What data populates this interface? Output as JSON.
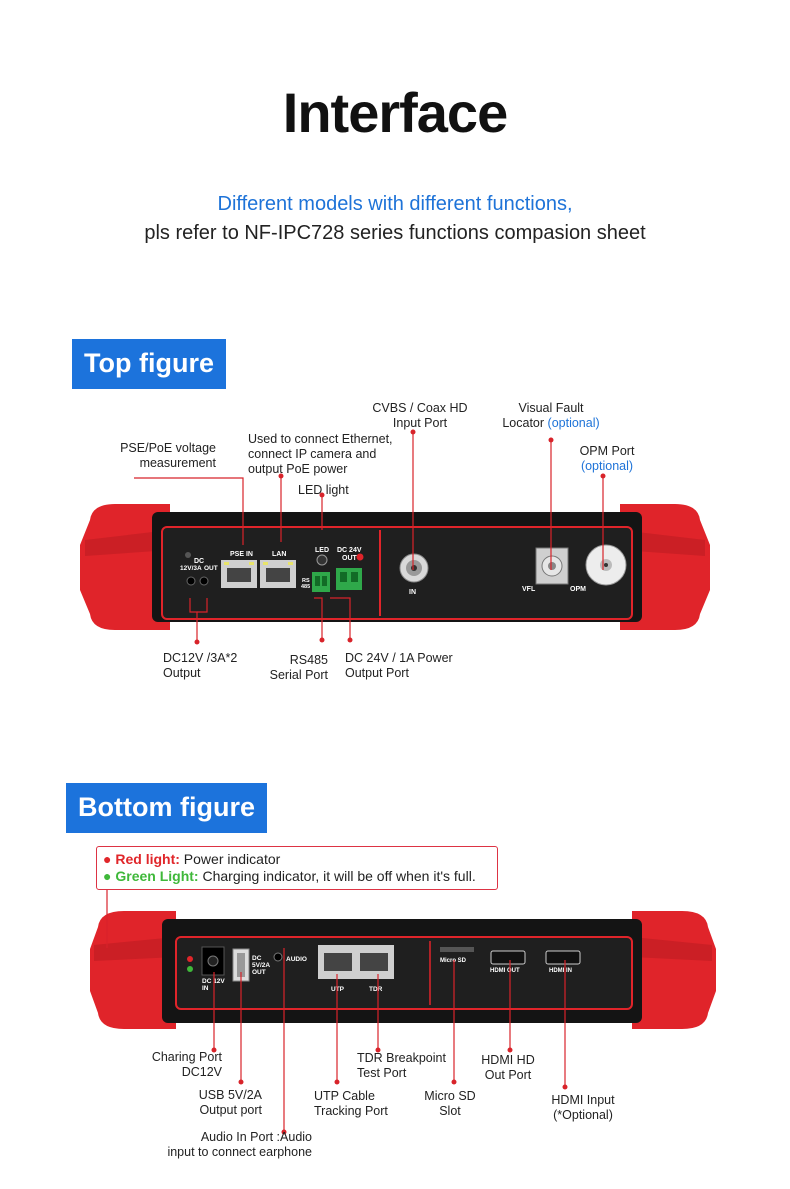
{
  "header": {
    "title": "Interface",
    "subtitle_line1": "Different models with different functions,",
    "subtitle_line2": "pls refer to NF-IPC728 series functions compasion sheet"
  },
  "top": {
    "tag": "Top figure",
    "labels": {
      "cvbs_l1": "CVBS / Coax HD",
      "cvbs_l2": "Input Port",
      "vfl_l1": "Visual Fault",
      "vfl_l2a": "Locator",
      "vfl_opt": "(optional)",
      "opm_l1": "OPM Port",
      "opm_opt": "(optional)",
      "pse_l1": "PSE/PoE voltage",
      "pse_l2": "measurement",
      "eth_l1": "Used to connect Ethernet,",
      "eth_l2": "connect IP camera and",
      "eth_l3": "output PoE power",
      "led": "LED light",
      "dc12_l1": "DC12V /3A*2",
      "dc12_l2": "Output",
      "rs485_l1": "RS485",
      "rs485_l2": "Serial Port",
      "dc24_l1": "DC 24V / 1A Power",
      "dc24_l2": "Output Port"
    },
    "device": {
      "dc": "DC",
      "dc_12v": "12V/3A",
      "dc_out": "OUT",
      "pse_in": "PSE IN",
      "lan": "LAN",
      "led": "LED",
      "dc24v": "DC 24V",
      "out": "OUT",
      "rs": "RS",
      "rs485": "485",
      "in": "IN",
      "vfl": "VFL",
      "opm": "OPM"
    }
  },
  "bottom": {
    "tag": "Bottom figure",
    "legend": {
      "red_label": "Red light:",
      "red_text": " Power indicator",
      "green_label": "Green Light:",
      "green_text": " Charging indicator, it will be off when it's full."
    },
    "labels": {
      "charing_l1": "Charing Port",
      "charing_l2": "DC12V",
      "usb_l1": "USB 5V/2A",
      "usb_l2": "Output port",
      "audio_l1": "Audio In Port :Audio",
      "audio_l2": "input to connect earphone",
      "utp_l1": "UTP Cable",
      "utp_l2": "Tracking Port",
      "tdr_l1": "TDR Breakpoint",
      "tdr_l2": "Test Port",
      "sd_l1": "Micro SD",
      "sd_l2": "Slot",
      "hdmiout_l1": "HDMI HD",
      "hdmiout_l2": "Out Port",
      "hdmiin_l1": "HDMI Input",
      "hdmiin_l2": "(*Optional)"
    },
    "device": {
      "dc12v": "DC 12V",
      "in": "IN",
      "dc": "DC",
      "dc52": "5V/2A",
      "out": "OUT",
      "audio": "AUDIO",
      "utp": "UTP",
      "tdr": "TDR",
      "microsd": "Micro SD",
      "hdmi_out": "HDMI OUT",
      "hdmi_in": "HDMI IN"
    }
  },
  "colors": {
    "accent_blue": "#1c73dc",
    "device_red": "#e0242a",
    "leader_red": "#d8232a",
    "panel_black": "#1b1b1b"
  }
}
